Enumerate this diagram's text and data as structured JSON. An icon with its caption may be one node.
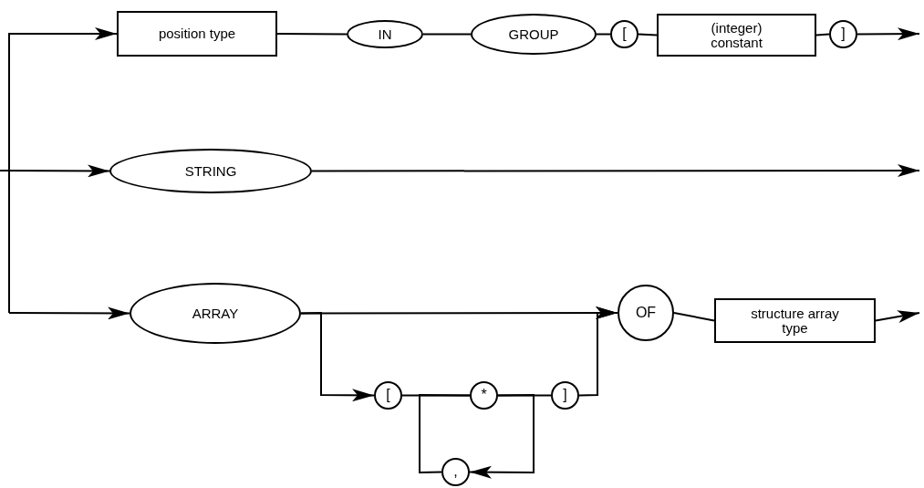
{
  "diagram": {
    "nodes": [
      {
        "text": [
          "position type"
        ]
      },
      {
        "text": [
          "IN"
        ]
      },
      {
        "text": [
          "GROUP"
        ]
      },
      {
        "text": [
          "["
        ]
      },
      {
        "text": [
          "(integer) constant"
        ]
      },
      {
        "text": [
          "]"
        ]
      },
      {
        "text": [
          "STRING"
        ]
      },
      {
        "text": [
          "ARRAY"
        ]
      },
      {
        "text": [
          "["
        ]
      },
      {
        "text": [
          "*"
        ]
      },
      {
        "text": [
          "]"
        ]
      },
      {
        "text": [
          ","
        ]
      },
      {
        "text": [
          "OF"
        ]
      },
      {
        "text": [
          "structure array type"
        ]
      }
    ],
    "edges": [
      {
        "from": null,
        "to": 0,
        "arrow": "to"
      },
      {
        "from": 0,
        "to": 1,
        "arrow": "none"
      },
      {
        "from": 1,
        "to": 2,
        "arrow": "none"
      },
      {
        "from": 2,
        "to": 3,
        "arrow": "none"
      },
      {
        "from": 3,
        "to": 4,
        "arrow": "none"
      },
      {
        "from": 4,
        "to": 5,
        "arrow": "none"
      },
      {
        "from": 5,
        "to": null,
        "arrow": "to"
      },
      {
        "from": null,
        "to": 6,
        "arrow": "to"
      },
      {
        "from": 6,
        "to": null,
        "arrow": "to"
      },
      {
        "from": null,
        "to": 7,
        "arrow": "to"
      },
      {
        "from": 7,
        "to": 12,
        "arrow": "to"
      },
      {
        "from": 7,
        "to": 8,
        "arrow": "to"
      },
      {
        "from": 8,
        "to": 9,
        "arrow": "none"
      },
      {
        "from": 9,
        "to": 10,
        "arrow": "none"
      },
      {
        "from": 10,
        "to": 12,
        "arrow": "to"
      },
      {
        "from": 9,
        "to": 11,
        "arrow": "to"
      },
      {
        "from": 11,
        "to": 9,
        "arrow": "none"
      },
      {
        "from": 12,
        "to": 13,
        "arrow": "none"
      },
      {
        "from": 13,
        "to": null,
        "arrow": "to"
      }
    ]
  }
}
